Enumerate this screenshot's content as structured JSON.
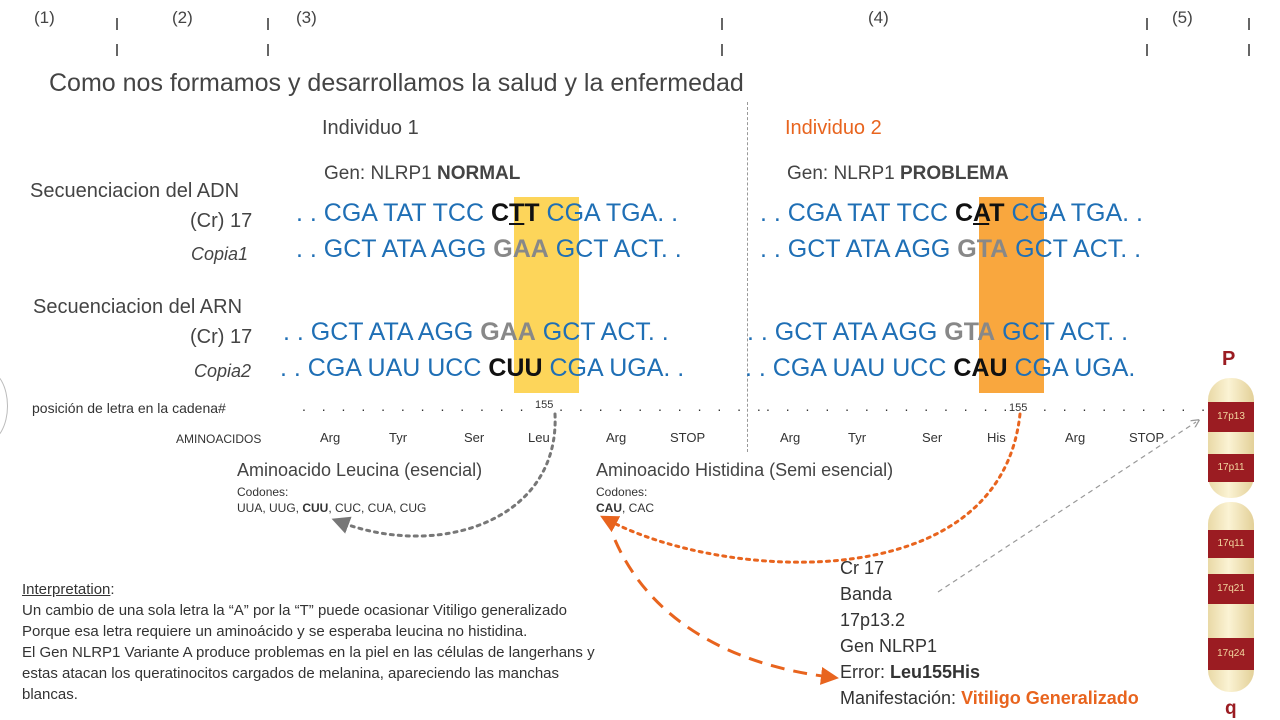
{
  "sections": [
    "(1)",
    "(2)",
    "(3)",
    "(4)",
    "(5)"
  ],
  "title": "Como nos formamos y desarrollamos la salud y la enfermedad",
  "individuo1": "Individuo 1",
  "individuo2": "Individuo 2",
  "gene1_prefix": "Gen: NLRP1 ",
  "gene1_status": "NORMAL",
  "gene2_prefix": "Gen: NLRP1 ",
  "gene2_status": "PROBLEMA",
  "adn_label": "Secuenciacion del ADN",
  "arn_label": "Secuenciacion del ARN",
  "cr_label": "(Cr) 17",
  "copia1": "Copia1",
  "copia2": "Copia2",
  "seq": {
    "dna1_pre": ". . CGA TAT TCC ",
    "dna1_codon_a": "C",
    "dna1_codon_b": "T",
    "dna1_codon_c": "T",
    "dna1_post": " CGA TGA. .",
    "dna2_pre": ". . CGA TAT TCC ",
    "dna2_codon_a": "C",
    "dna2_codon_b": "A",
    "dna2_codon_c": "T",
    "dna2_post": " CGA TGA. .",
    "cdna1_pre": ". . GCT ATA AGG ",
    "cdna1_codon": "GAA",
    "cdna1_post": " GCT ACT. .",
    "cdna2_pre": ". . GCT ATA AGG ",
    "cdna2_codon": "GTA",
    "cdna2_post": " GCT ACT. .",
    "rna1_pre": ". . GCT  ATA  AGG ",
    "rna1_codon": "GAA",
    "rna1_post": " GCT ACT. .",
    "rna2_pre": ". . GCT  ATA  AGG ",
    "rna2_codon": "GTA",
    "rna2_post": " GCT ACT. .",
    "mrna1_pre": ". . CGA UAU UCC ",
    "mrna1_codon": "CUU",
    "mrna1_post": " CGA UGA. .",
    "mrna2_pre": ". . CGA UAU UCC ",
    "mrna2_codon": "CAU",
    "mrna2_post": " CGA UGA."
  },
  "position_label": "posición de letra en la cadena#",
  "position_155": "155",
  "aminoacidos_label": "AMINOACIDOS",
  "aa1": [
    "Arg",
    "Tyr",
    "Ser",
    "Leu",
    "Arg",
    "STOP"
  ],
  "aa2": [
    "Arg",
    "Tyr",
    "Ser",
    "His",
    "Arg",
    "STOP"
  ],
  "leucina": {
    "title": "Aminoacido Leucina (esencial)",
    "codones": "Codones:",
    "list_pre": "UUA, UUG, ",
    "list_bold": "CUU",
    "list_post": ", CUC, CUA, CUG"
  },
  "histidina": {
    "title": "Aminoacido Histidina (Semi esencial)",
    "codones": "Codones:",
    "list_bold": "CAU",
    "list_post": ", CAC"
  },
  "interpretation": {
    "heading": "Interpretation",
    "colon": ":",
    "lines": [
      "Un cambio de una sola letra la “A” por la “T” puede ocasionar Vitiligo generalizado",
      "Porque esa letra requiere un aminoácido y se esperaba leucina no histidina.",
      "El Gen NLRP1 Variante A produce problemas en la piel en las células de langerhans y",
      "estas atacan los queratinocitos cargados de melanina, apareciendo las manchas",
      "blancas."
    ]
  },
  "card": {
    "cr": "Cr 17",
    "banda": "Banda",
    "band_value": "17p13.2",
    "gen": "Gen NLRP1",
    "error_label": "Error: ",
    "error_value": "Leu155His",
    "manif_label": "Manifestación: ",
    "manif_value": "Vitiligo Generalizado"
  },
  "chromosome": {
    "p": "P",
    "q": "q",
    "bands": [
      "17p13",
      "17p11",
      "17q11",
      "17q21",
      "17q24"
    ]
  },
  "colors": {
    "blue": "#1f6fb5",
    "orange": "#e8641e",
    "highlight1": "#fdd55a",
    "highlight2": "#f9a73e",
    "chromosome_band": "#9b1c22"
  }
}
